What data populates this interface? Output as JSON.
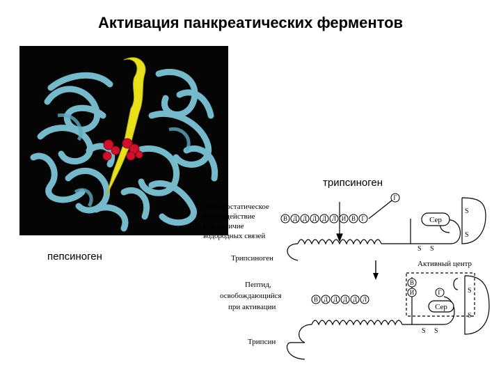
{
  "title": "Активация панкреатических ферментов",
  "labels": {
    "pepsinogen": "пепсиноген",
    "trypsinogen_top": "трипсиноген"
  },
  "scheme": {
    "electrostatic_line1": "Электростатическое",
    "electrostatic_line2": "взаимодействие",
    "electrostatic_line3": "или наличие",
    "electrostatic_line4": "водородных связей",
    "trypsinogen": "Трипсиноген",
    "peptide_line1": "Пептид,",
    "peptide_line2": "освобождающийся",
    "peptide_line3": "при активации",
    "trypsin": "Трипсин",
    "active_center": "Активный центр",
    "ser": "Сер",
    "sulfur": "S",
    "top_residues": [
      "В",
      "Д",
      "Д",
      "Д",
      "Д",
      "Л",
      "И",
      "В",
      "Г"
    ],
    "top_g": "Г",
    "peptide_residues": [
      "В",
      "Д",
      "Д",
      "Д",
      "Д",
      "Л"
    ],
    "active_b": "В",
    "active_i": "И",
    "active_g": "Г"
  },
  "colors": {
    "protein_blue": "#7cc3d6",
    "protein_yellow": "#e8e01a",
    "active_red": "#d0102a"
  }
}
